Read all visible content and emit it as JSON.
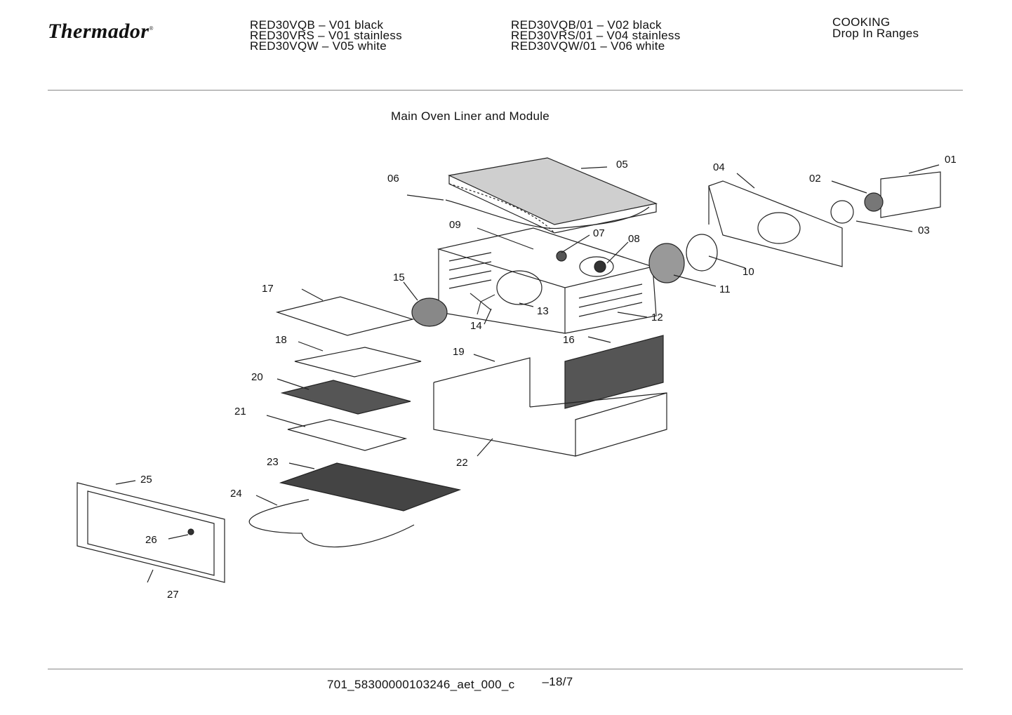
{
  "brand": "Thermador",
  "models_col1": [
    "RED30VQB – V01 black",
    "RED30VRS – V01 stainless",
    "RED30VQW – V05 white"
  ],
  "models_col2": [
    "RED30VQB/01 – V02 black",
    "RED30VRS/01 – V04 stainless",
    "RED30VQW/01 – V06 white"
  ],
  "category": [
    "COOKING",
    "Drop In Ranges"
  ],
  "section_title": "Main Oven Liner and Module",
  "parts": [
    "01",
    "02",
    "03",
    "04",
    "05",
    "06",
    "07",
    "08",
    "09",
    "10",
    "11",
    "12",
    "13",
    "14",
    "15",
    "16",
    "17",
    "18",
    "19",
    "20",
    "21",
    "22",
    "23",
    "24",
    "25",
    "26",
    "27"
  ],
  "footer": {
    "doc_id": "701_58300000103246_aet_000_c",
    "page": "–18/7"
  }
}
